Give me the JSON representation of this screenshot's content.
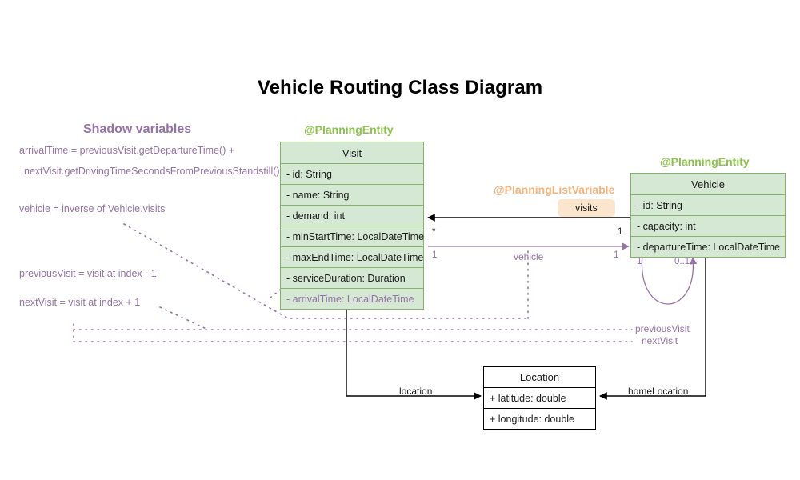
{
  "diagram": {
    "title": "Vehicle Routing Class Diagram",
    "type": "uml-class-diagram"
  },
  "shadow_panel": {
    "heading": "Shadow variables",
    "notes": [
      "arrivalTime = previousVisit.getDepartureTime() +",
      "nextVisit.getDrivingTimeSecondsFromPreviousStandstill()",
      "vehicle = inverse of Vehicle.visits",
      "previousVisit = visit at index - 1",
      "nextVisit = visit at index + 1"
    ]
  },
  "classes": {
    "visit": {
      "stereotype": "@PlanningEntity",
      "name": "Visit",
      "fields": [
        "- id: String",
        "- name: String",
        "- demand: int",
        "- minStartTime: LocalDateTime",
        "- maxEndTime: LocalDateTime",
        "- serviceDuration: Duration",
        "- arrivalTime: LocalDateTime"
      ],
      "shadow_fields": [
        "- arrivalTime: LocalDateTime"
      ]
    },
    "vehicle": {
      "stereotype": "@PlanningEntity",
      "name": "Vehicle",
      "fields": [
        "- id: String",
        "- capacity: int",
        "- departureTime: LocalDateTime"
      ]
    },
    "location": {
      "stereotype": "",
      "name": "Location",
      "fields": [
        "+ latitude: double",
        "+ longitude: double"
      ]
    }
  },
  "annotations": {
    "planning_list_variable": "@PlanningListVariable",
    "visits_badge": "visits"
  },
  "edges": {
    "visits": {
      "label": "visits",
      "source_multiplicity": "1",
      "target_multiplicity": "*"
    },
    "vehicle": {
      "label": "vehicle",
      "source_multiplicity": "1",
      "target_multiplicity": "1"
    },
    "self_loop": {
      "left_multiplicity": "1",
      "right_multiplicity": "0..1"
    },
    "previous_visit": {
      "label": "previousVisit"
    },
    "next_visit": {
      "label": "nextVisit"
    },
    "location": {
      "label": "location"
    },
    "home_location": {
      "label": "homeLocation"
    }
  },
  "colors": {
    "entity_fill": "#d5e8d4",
    "entity_stroke": "#82b366",
    "stereotype_green": "#8bc34a",
    "stereotype_orange": "#f3b27a",
    "shadow_purple": "#9673a6",
    "badge_fill": "#fce5cd",
    "plain_stroke": "#000000"
  }
}
